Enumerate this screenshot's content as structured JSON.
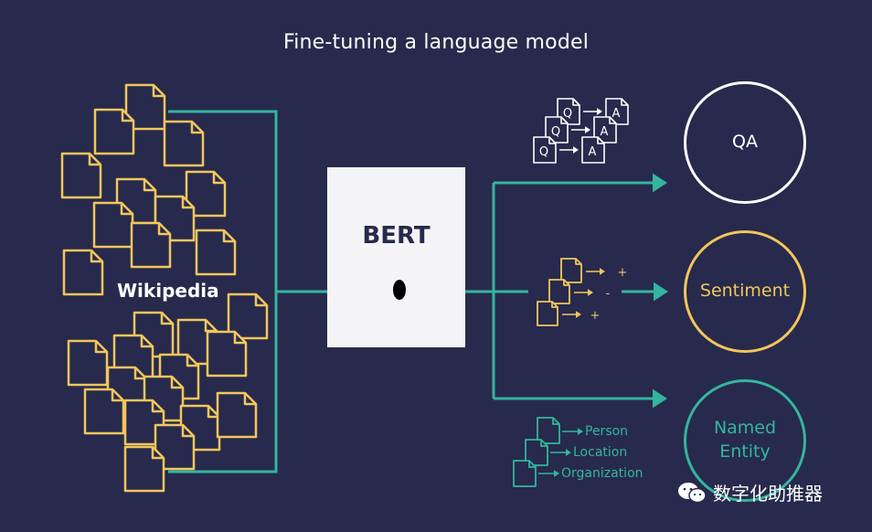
{
  "title": "Fine-tuning a language model",
  "source": {
    "label": "Wikipedia"
  },
  "model": {
    "label": "BERT"
  },
  "tasks": [
    {
      "label": "QA"
    },
    {
      "label": "Sentiment"
    },
    {
      "label": "Named\nEntity"
    }
  ],
  "qa_example": {
    "question": "Q",
    "answer": "A"
  },
  "sentiment_example": {
    "signs": [
      "+",
      "-",
      "+"
    ]
  },
  "ner_example": {
    "labels": [
      "Person",
      "Location",
      "Organization"
    ]
  },
  "watermark": {
    "text": "数字化助推器"
  },
  "colors": {
    "background": "#272a4c",
    "docs": "#f2c65c",
    "lines": "#34b59f",
    "bert_box": "#f4f3f6",
    "text": "#ffffff"
  }
}
